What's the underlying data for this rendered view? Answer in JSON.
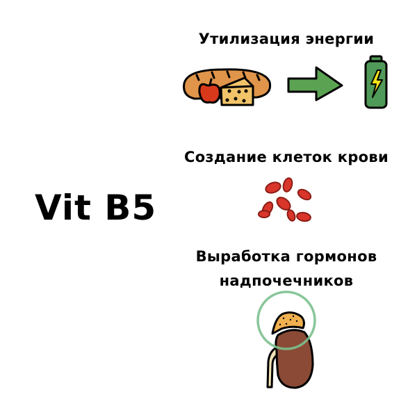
{
  "title": "Vit B5",
  "sections": [
    {
      "heading": "Утилизация энергии",
      "icons": [
        "bread-icon",
        "apple-icon",
        "cheese-icon",
        "arrow-right-icon",
        "battery-icon"
      ]
    },
    {
      "heading": "Создание клеток крови",
      "icons": [
        "red-blood-cells-icon"
      ]
    },
    {
      "heading_line1": "Выработка гормонов",
      "heading_line2": "надпочечников",
      "icons": [
        "kidney-icon",
        "adrenal-gland-icon",
        "highlight-circle-icon"
      ]
    }
  ],
  "colors": {
    "arrow": "#5ba352",
    "battery": "#4f9a58",
    "bolt": "#f2e21a",
    "blood": "#d8352b",
    "kidney": "#8a4a36",
    "adrenal": "#f0b050",
    "circle": "#7cc08e",
    "bread": "#e0954a",
    "cheese": "#f2c46a",
    "apple": "#d9391b"
  }
}
